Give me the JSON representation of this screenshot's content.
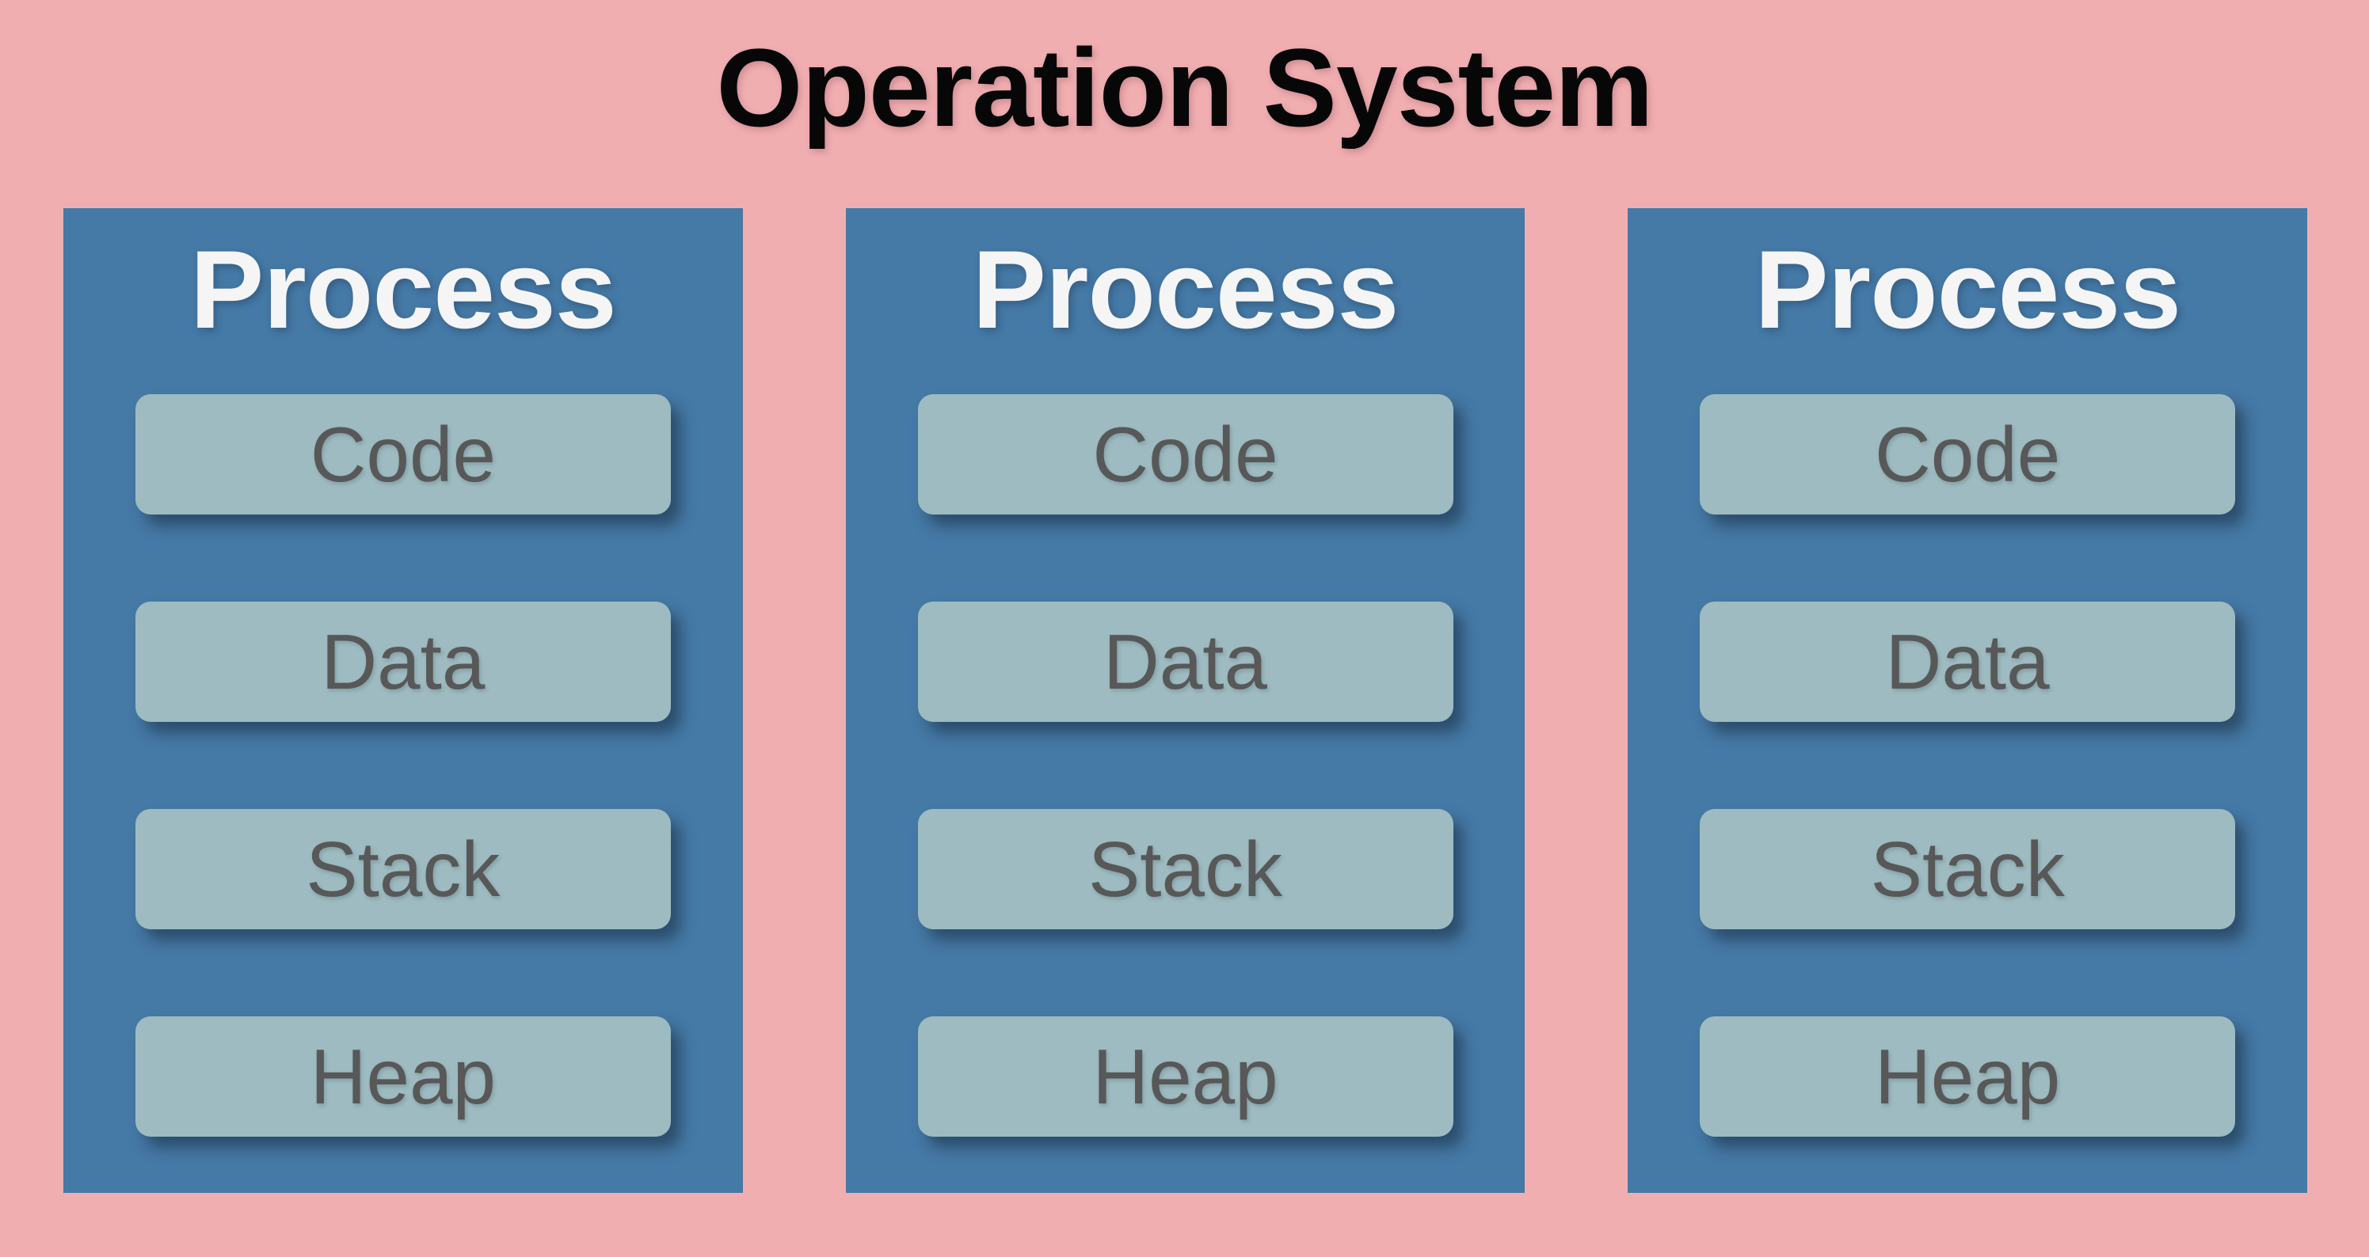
{
  "title": "Operation System",
  "colors": {
    "background_pink": "#F0AEB1",
    "process_blue": "#4579A6",
    "section_fill": "#9DBBC0",
    "section_text": "#585858",
    "process_title_text": "#F5F5F5",
    "main_title_text": "#070707"
  },
  "processes": [
    {
      "title": "Process",
      "sections": [
        "Code",
        "Data",
        "Stack",
        "Heap"
      ]
    },
    {
      "title": "Process",
      "sections": [
        "Code",
        "Data",
        "Stack",
        "Heap"
      ]
    },
    {
      "title": "Process",
      "sections": [
        "Code",
        "Data",
        "Stack",
        "Heap"
      ]
    }
  ]
}
